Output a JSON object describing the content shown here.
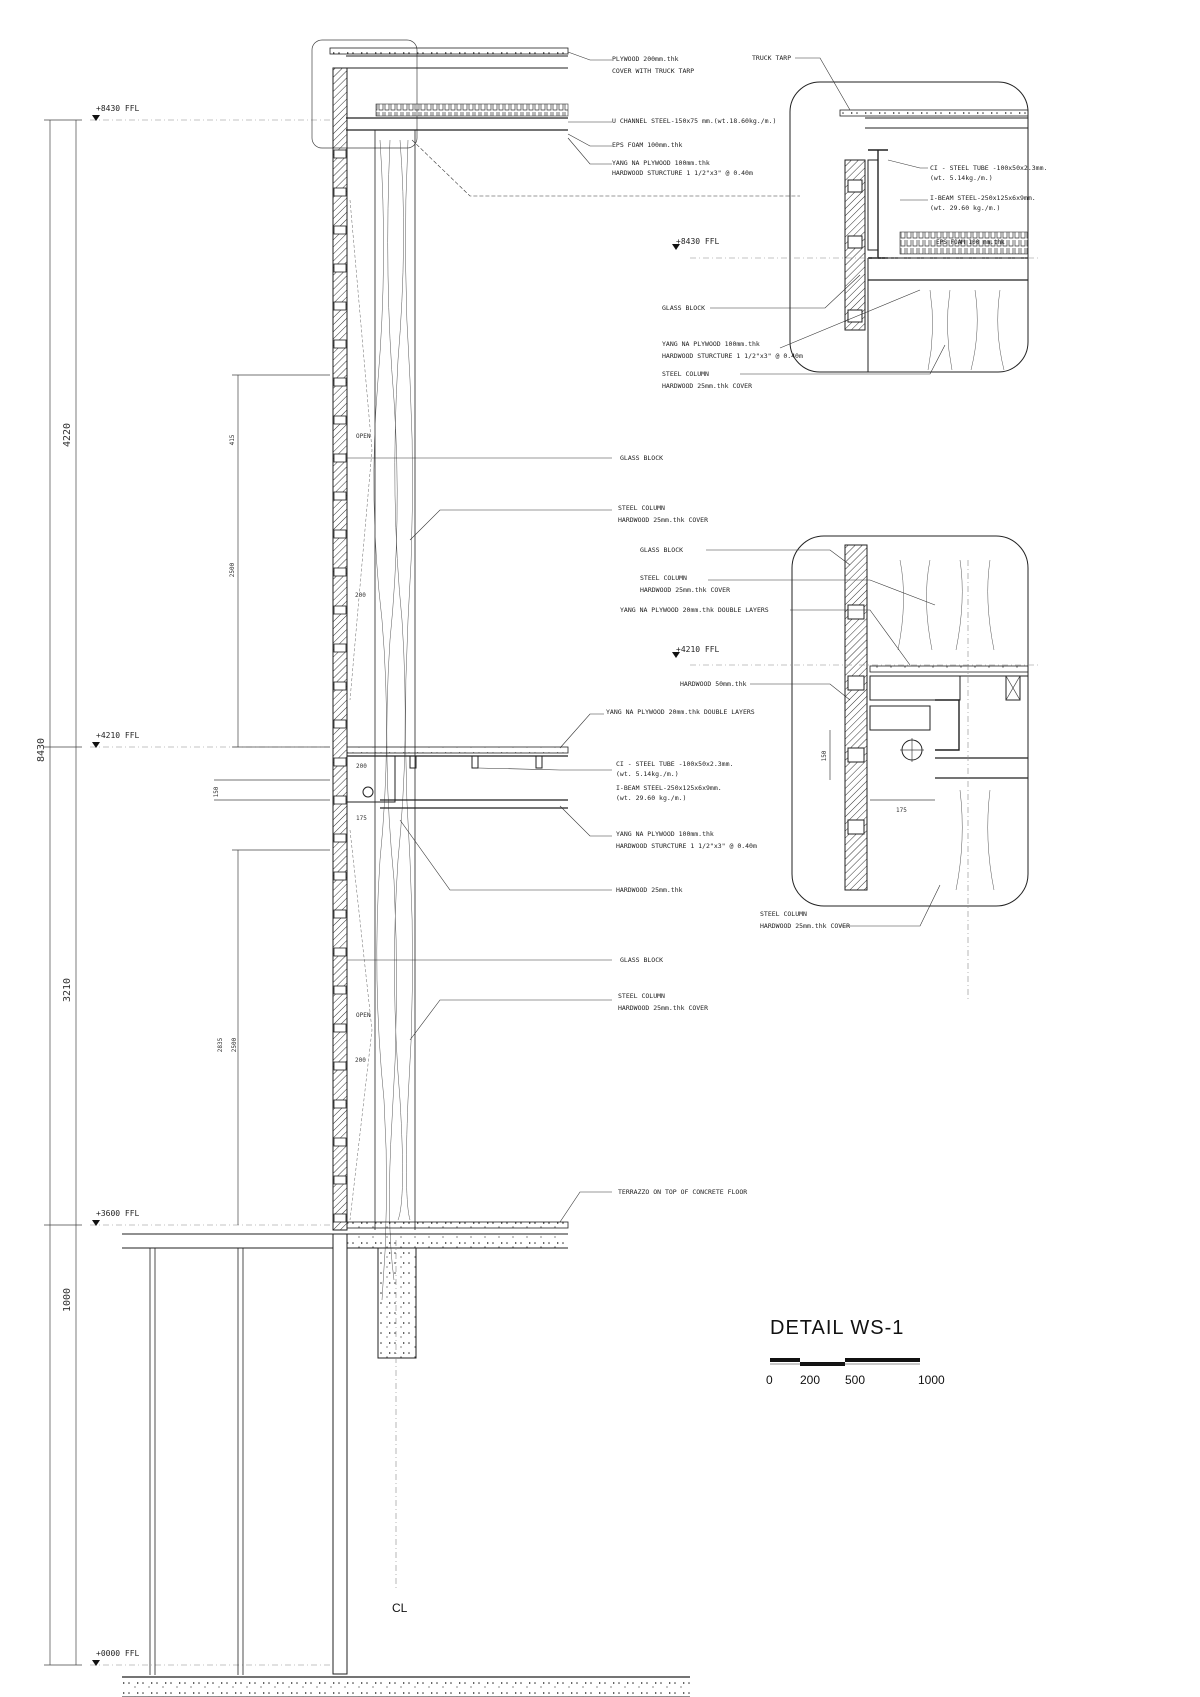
{
  "levels": {
    "l8430": "+8430 FFL",
    "l4210": "+4210 FFL",
    "l3600": "+3600 FFL",
    "l0000": "+0000 FFL"
  },
  "dimensions": {
    "total": "8430",
    "upper": "4220",
    "mid": "3210",
    "lower": "1000",
    "open_upper": "415",
    "open_lower": "2835",
    "d2500a": "2500",
    "d2500b": "2500",
    "d200a": "200",
    "d200b": "200",
    "d200c": "200",
    "d150": "150",
    "d175": "175",
    "open_a": "OPEN",
    "open_b": "OPEN"
  },
  "annotations": {
    "plywood_top": [
      "PLYWOOD 200mm.thk",
      "COVER WITH TRUCK TARP"
    ],
    "u_channel": "U CHANNEL STEEL-150x75 mm.(wt.18.60kg./m.)",
    "eps_foam": "EPS FOAM 100mm.thk",
    "yangna_top": [
      "YANG NA PLYWOOD 100mm.thk",
      "HARDWOOD STURCTURE 1 1/2\"x3\" @ 0.40m"
    ],
    "glass_block_1": "GLASS BLOCK",
    "steel_col_1": [
      "STEEL COLUMN",
      "HARDWOOD 25mm.thk COVER"
    ],
    "yangna_double": "YANG NA PLYWOOD 20mm.thk DOUBLE LAYERS",
    "ci_tube": [
      "CI - STEEL TUBE -100x50x2.3mm.",
      "(wt. 5.14kg./m.)"
    ],
    "ibeam": [
      "I-BEAM STEEL-250x125x6x9mm.",
      "(wt. 29.60 kg./m.)"
    ],
    "yangna_mid": [
      "YANG NA PLYWOOD 100mm.thk",
      "HARDWOOD STURCTURE 1 1/2\"x3\" @ 0.40m"
    ],
    "hardwood_25": "HARDWOOD 25mm.thk",
    "glass_block_2": "GLASS BLOCK",
    "steel_col_2": [
      "STEEL COLUMN",
      "HARDWOOD 25mm.thk COVER"
    ],
    "terrazzo": "TERRAZZO ON TOP OF CONCRETE FLOOR"
  },
  "detail_top": {
    "truck_tarp": "TRUCK TARP",
    "ci_tube": [
      "CI - STEEL TUBE -100x50x2.3mm.",
      "(wt. 5.14kg./m.)"
    ],
    "ibeam": [
      "I-BEAM STEEL-250x125x6x9mm.",
      "(wt. 29.60 kg./m.)"
    ],
    "level": "+8430 FFL",
    "eps": "EPS FOAM 100 mm.thk",
    "glass_block": "GLASS BLOCK",
    "yangna": [
      "YANG NA PLYWOOD 100mm.thk",
      "HARDWOOD STURCTURE 1 1/2\"x3\" @ 0.40m"
    ],
    "steel_col": [
      "STEEL COLUMN",
      "HARDWOOD 25mm.thk COVER"
    ]
  },
  "detail_mid": {
    "glass_block": "GLASS BLOCK",
    "steel_col": [
      "STEEL COLUMN",
      "HARDWOOD 25mm.thk COVER"
    ],
    "yangna": "YANG NA PLYWOOD 20mm.thk DOUBLE LAYERS",
    "level": "+4210 FFL",
    "hardwood": "HARDWOOD 50mm.thk",
    "d150": "150",
    "d175": "175",
    "steel_col_bottom": [
      "STEEL COLUMN",
      "HARDWOOD 25mm.thk COVER"
    ]
  },
  "title": "DETAIL  WS-1",
  "scale_labels": [
    "0",
    "200",
    "500",
    "1000"
  ],
  "centerline": "CL"
}
